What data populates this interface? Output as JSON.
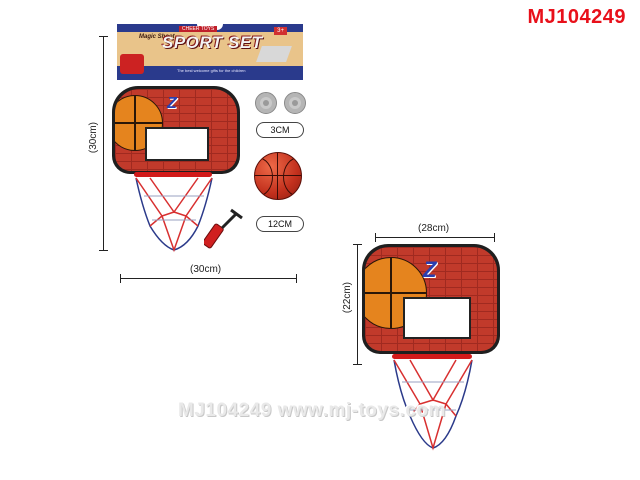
{
  "model_code": "MJ104249",
  "header_card": {
    "title": "SPORT SET",
    "badge_top": "CHEER TOYS",
    "subtitle": "Magic Shoot",
    "age_badge": "3+",
    "tagline": "The best welcome gifts for the children"
  },
  "set_photo": {
    "height_label": "(30cm)",
    "width_label": "(30cm)",
    "suction_cup_size": "3CM",
    "ball_size": "12CM"
  },
  "board_photo": {
    "width_label": "(28cm)",
    "height_label": "(22cm)"
  },
  "watermark": "MJ104249 www.mj-toys.com",
  "colors": {
    "accent_red": "#e8101a",
    "board_brick": "#c13a2b",
    "rim_red": "#d21a1a",
    "ball_orange": "#e5841e",
    "header_blue": "#2a3a8c"
  },
  "icons": [
    "basketball-icon",
    "suction-cup-icon",
    "hand-pump-icon",
    "basketball-net-icon"
  ]
}
